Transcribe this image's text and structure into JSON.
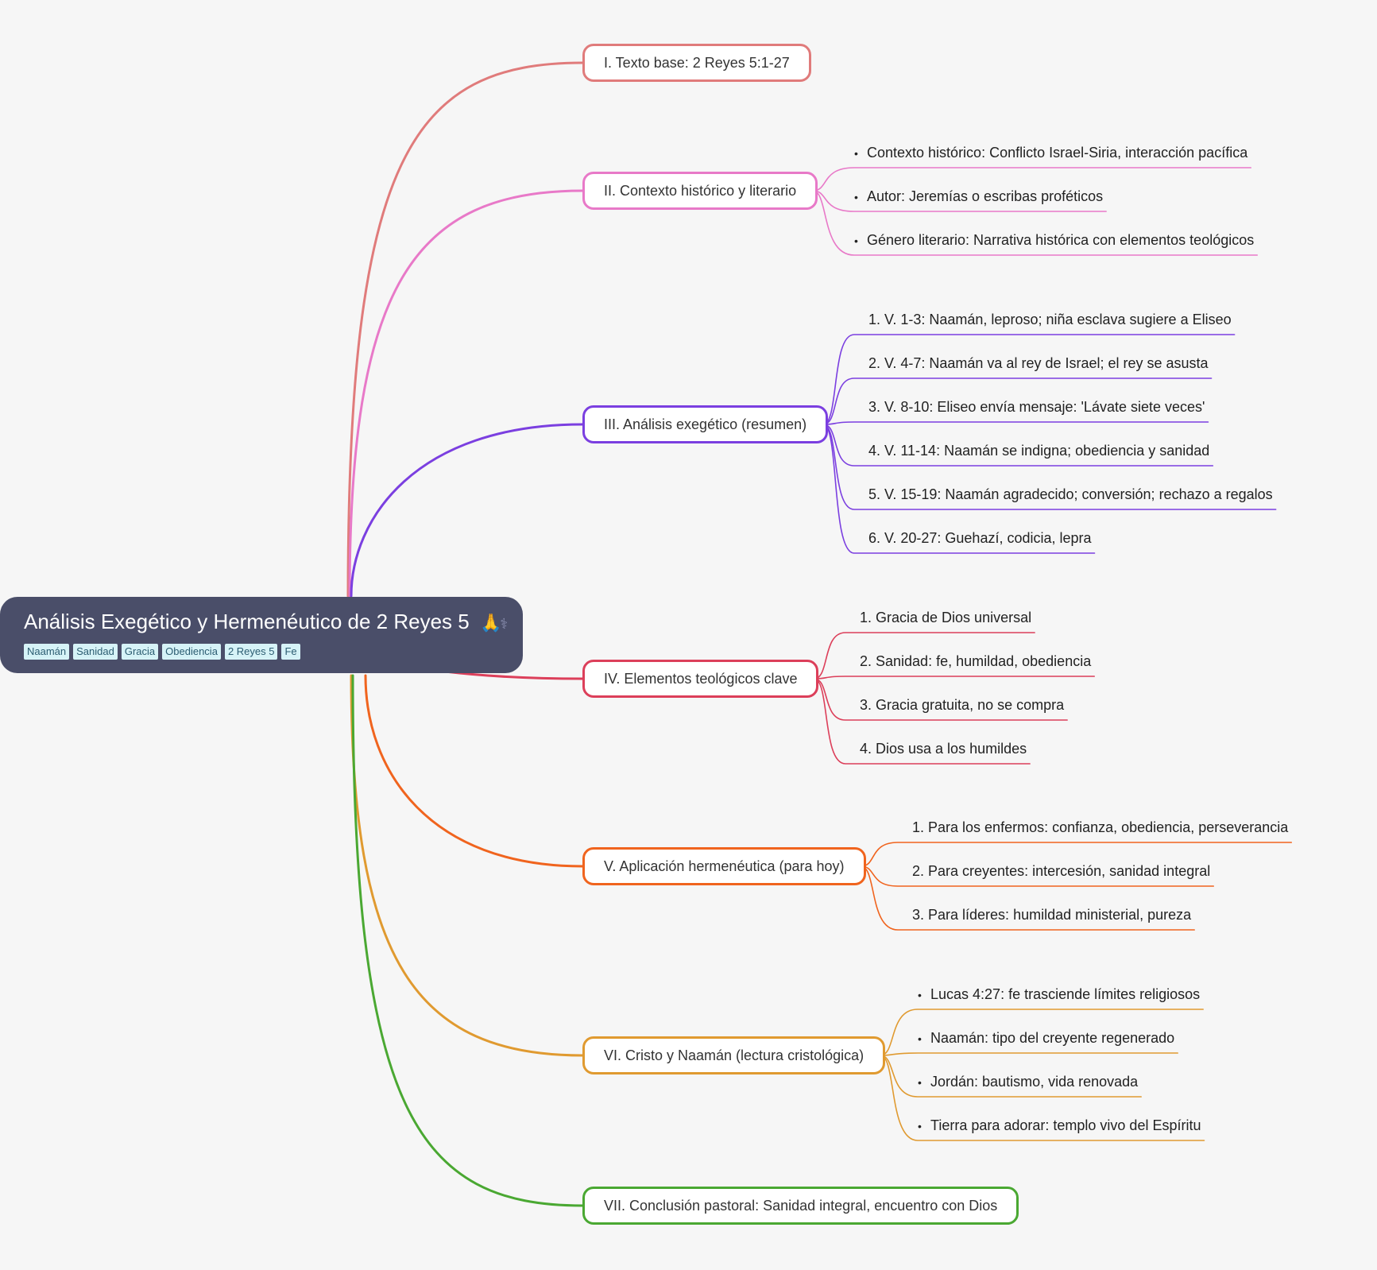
{
  "root": {
    "title": "Análisis Exegético y Hermenéutico de 2 Reyes 5",
    "emoji": "🙏",
    "emoji2": "⚕",
    "tags": [
      "Naamán",
      "Sanidad",
      "Gracia",
      "Obediencia",
      "2 Reyes 5",
      "Fe"
    ]
  },
  "branches": [
    {
      "label": "I. Texto base: 2 Reyes 5:1-27",
      "color": "#e07b7b",
      "bullet": "none",
      "children": []
    },
    {
      "label": "II. Contexto histórico y literario",
      "color": "#e879c8",
      "bullet": "dot",
      "children": [
        "Contexto histórico: Conflicto Israel-Siria, interacción pacífica",
        "Autor: Jeremías o escribas proféticos",
        "Género literario: Narrativa histórica con elementos teológicos"
      ]
    },
    {
      "label": "III. Análisis exegético (resumen)",
      "color": "#7b3fe0",
      "bullet": "number",
      "children": [
        "1. V. 1-3: Naamán, leproso; niña esclava sugiere a Eliseo",
        "2. V. 4-7: Naamán va al rey de Israel; el rey se asusta",
        "3. V. 8-10: Eliseo envía mensaje: 'Lávate siete veces'",
        "4. V. 11-14: Naamán se indigna; obediencia y sanidad",
        "5. V. 15-19: Naamán agradecido; conversión; rechazo a regalos",
        "6. V. 20-27: Guehazí, codicia, lepra"
      ]
    },
    {
      "label": "IV. Elementos teológicos clave",
      "color": "#dc3f5a",
      "bullet": "number",
      "children": [
        "1. Gracia de Dios universal",
        "2. Sanidad: fe, humildad, obediencia",
        "3. Gracia gratuita, no se compra",
        "4. Dios usa a los humildes"
      ]
    },
    {
      "label": "V. Aplicación hermenéutica (para hoy)",
      "color": "#f0641e",
      "bullet": "number",
      "children": [
        "1. Para los enfermos: confianza, obediencia, perseverancia",
        "2. Para creyentes: intercesión, sanidad integral",
        "3. Para líderes: humildad ministerial, pureza"
      ]
    },
    {
      "label": "VI. Cristo y Naamán (lectura cristológica)",
      "color": "#e09a30",
      "bullet": "dot",
      "children": [
        "Lucas 4:27: fe trasciende límites religiosos",
        "Naamán: tipo del creyente regenerado",
        "Jordán: bautismo, vida renovada",
        "Tierra para adorar: templo vivo del Espíritu"
      ]
    },
    {
      "label": "VII. Conclusión pastoral: Sanidad integral, encuentro con Dios",
      "color": "#4aa832",
      "bullet": "none",
      "children": []
    }
  ]
}
